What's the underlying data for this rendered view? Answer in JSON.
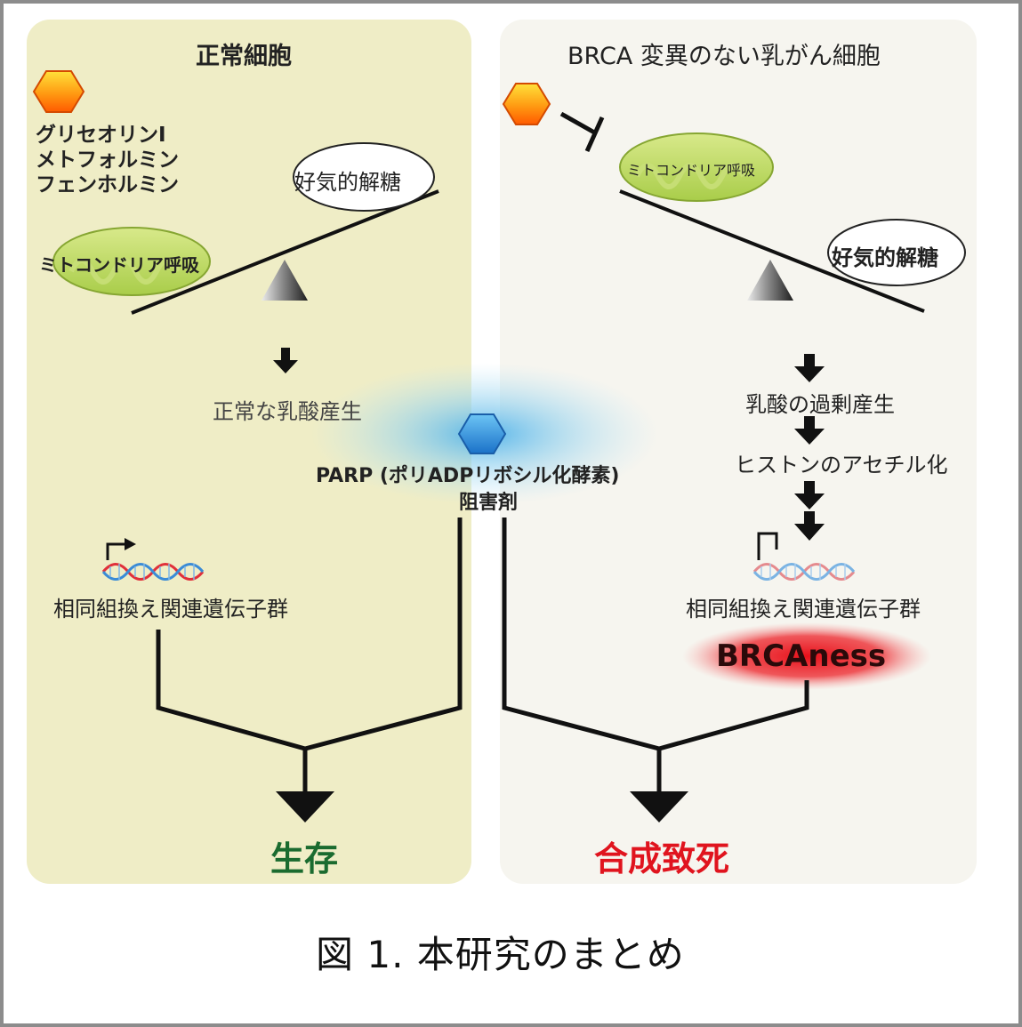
{
  "panels": {
    "left": {
      "title": "正常細胞",
      "bg": "#efedc6"
    },
    "right": {
      "title": "BRCA 変異のない乳がん細胞",
      "bg": "#f6f5ef"
    }
  },
  "left": {
    "drugs": [
      "グリセオリンⅠ",
      "メトフォルミン",
      "フェンホルミン"
    ],
    "glycolysis": "好気的解糖",
    "mito": "ミトコンドリア呼吸",
    "lactate": "正常な乳酸産生",
    "genes": "相同組換え関連遺伝子群",
    "result": "生存",
    "result_color": "#1a6b2f"
  },
  "right": {
    "mito": "ミトコンドリア呼吸",
    "glycolysis": "好気的解糖",
    "steps": [
      "乳酸の過剰産生",
      "ヒストンのアセチル化"
    ],
    "genes": "相同組換え関連遺伝子群",
    "brcaness": "BRCAness",
    "result": "合成致死",
    "result_color": "#e0141e"
  },
  "center": {
    "parp_line1": "PARP (ポリADPリボシル化酵素)",
    "parp_line2": "阻害剤"
  },
  "caption": "図 1. 本研究のまとめ",
  "icons": [
    "drug-hexagon-icon",
    "parp-inhibitor-hexagon-icon",
    "dna-helix-icon",
    "promoter-arrow-icon",
    "inhibition-icon",
    "fulcrum-icon",
    "mitochondria-icon"
  ]
}
